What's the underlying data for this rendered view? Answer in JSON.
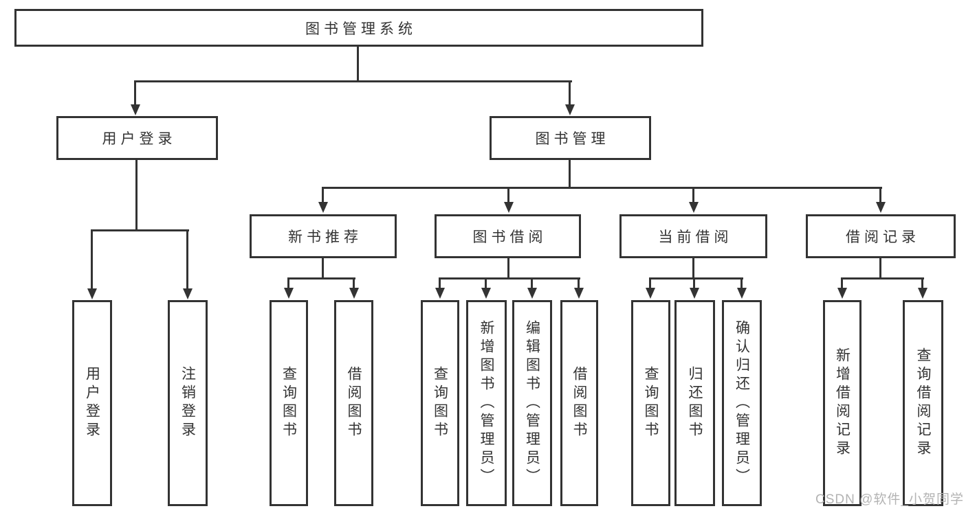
{
  "diagram": {
    "root": {
      "label": "图书管理系统"
    },
    "branches": [
      {
        "label": "用户登录",
        "children": [
          {
            "label": "用户登录"
          },
          {
            "label": "注销登录"
          }
        ]
      },
      {
        "label": "图书管理",
        "children": [
          {
            "label": "新书推荐",
            "children": [
              {
                "label": "查询图书"
              },
              {
                "label": "借阅图书"
              }
            ]
          },
          {
            "label": "图书借阅",
            "children": [
              {
                "label": "查询图书"
              },
              {
                "label": "新增图书（管理员）"
              },
              {
                "label": "编辑图书（管理员）"
              },
              {
                "label": "借阅图书"
              }
            ]
          },
          {
            "label": "当前借阅",
            "children": [
              {
                "label": "查询图书"
              },
              {
                "label": "归还图书"
              },
              {
                "label": "确认归还（管理员）"
              }
            ]
          },
          {
            "label": "借阅记录",
            "children": [
              {
                "label": "新增借阅记录"
              },
              {
                "label": "查询借阅记录"
              }
            ]
          }
        ]
      }
    ]
  },
  "watermark": {
    "text": "CSDN @软件_小贺同学",
    "color": "#b3b3b3"
  },
  "colors": {
    "line": "#333333",
    "text": "#333333",
    "background": "#ffffff"
  }
}
